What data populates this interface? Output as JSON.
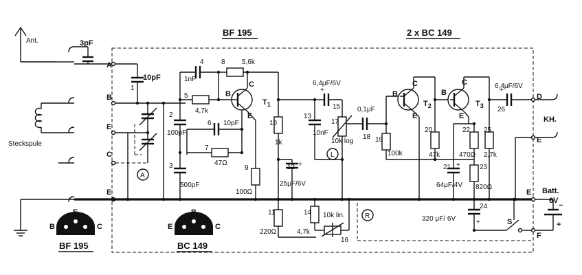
{
  "titles": {
    "bf195": "BF 195",
    "bc149": "2 x BC 149"
  },
  "antenna": "Ant.",
  "coil": "Steckspule",
  "khl": "KH.",
  "batt": "Batt.",
  "batt_v": "6V",
  "plus": "+",
  "minus": "−",
  "terminals": {
    "A": "A",
    "B": "B",
    "C": "C",
    "D": "D",
    "E": "E",
    "F": "F"
  },
  "circled": {
    "A": "A",
    "L": "L",
    "R": "R"
  },
  "switch": "S",
  "transistors": {
    "t1": "T",
    "t1_sub": "1",
    "t2": "T",
    "t2_sub": "2",
    "t3": "T",
    "t3_sub": "3",
    "b": "B",
    "c": "C",
    "e": "E"
  },
  "components": {
    "c3pf": "3pF",
    "n1": "1",
    "c10pf": "10pF",
    "n2": "2",
    "c100pf": "100pF",
    "n3": "3",
    "c500pf": "500pF",
    "n4": "4",
    "c1nf": "1nF",
    "n5": "5",
    "r47k_5": "4,7k",
    "n6": "6",
    "c10pf_6": "10pF",
    "n7": "7",
    "r47": "47Ω",
    "n8": "8",
    "r56k": "5,6k",
    "n9": "9",
    "r100": "100Ω",
    "n10": "10",
    "r1k": "1k",
    "n11": "11",
    "r220": "220Ω",
    "n12": "12",
    "c25uf": "25μF/6V",
    "n13": "13",
    "c10nf": "10nF",
    "n14": "14",
    "r47k_14": "4,7k",
    "n15": "15",
    "c64uf_15": "6,4μF/6V",
    "n16": "16",
    "p10klin": "10k lin.",
    "n17": "17",
    "p10klog": "10k log",
    "n18": "18",
    "c01uf": "0,1μF",
    "n19": "19",
    "r100k": "100k",
    "n20": "20",
    "r47k_20": "47k",
    "n21": "21",
    "c64uf_21": "64μF/4V",
    "n22": "22",
    "r470": "470Ω",
    "n23": "23",
    "r820": "820Ω",
    "n24": "24",
    "c320uf": "320 μF/ 6V",
    "n25": "25",
    "r27k": "2,7k",
    "n26": "26",
    "c64uf_26": "6,4μF/6V"
  },
  "pinouts": {
    "bf195": {
      "label": "BF 195",
      "b": "B",
      "e": "E",
      "c": "C"
    },
    "bc149": {
      "label": "BC 149",
      "b": "B",
      "e": "E",
      "c": "C"
    }
  }
}
